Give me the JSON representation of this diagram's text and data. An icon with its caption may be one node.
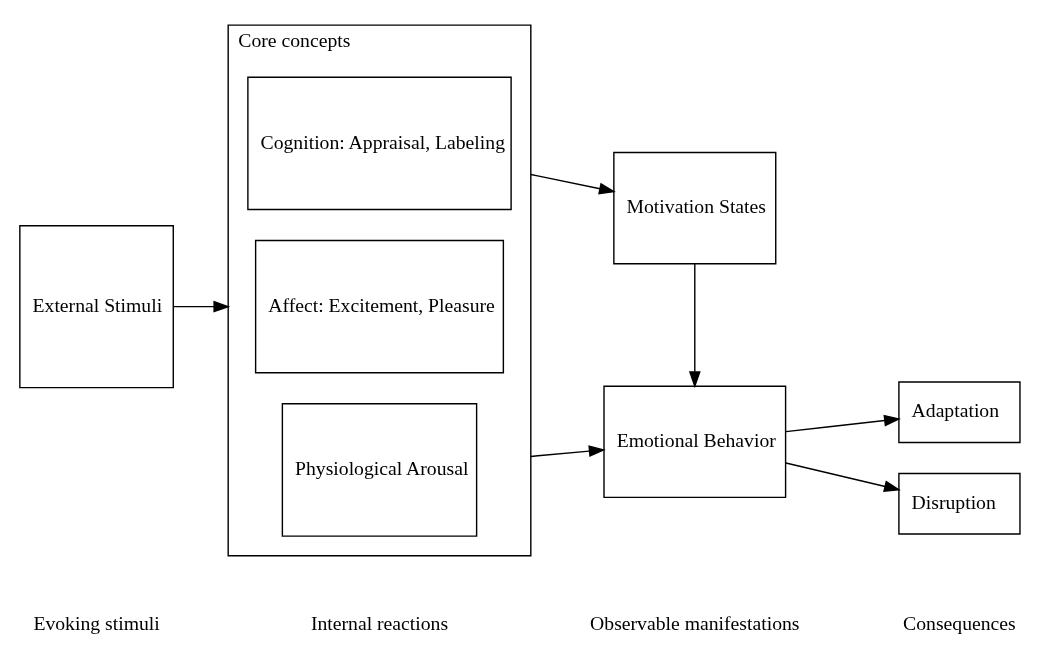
{
  "diagram": {
    "nodes": [
      {
        "text": [
          "External Stimuli"
        ]
      },
      {
        "text": [
          "Core concepts"
        ]
      },
      {
        "text": [
          "Physiological Arousal"
        ],
        "in": 1
      },
      {
        "text": [
          "Affect: Excitement, Pleasure"
        ],
        "in": 1
      },
      {
        "text": [
          "Cognition: Appraisal, Labeling"
        ],
        "in": 1
      },
      {
        "text": [
          "Emotional Behavior"
        ]
      },
      {
        "text": [
          "Motivation States"
        ]
      },
      {
        "text": [
          "Adaptation"
        ]
      },
      {
        "text": [
          "Disruption"
        ]
      }
    ],
    "edges": [
      {
        "from": 0,
        "to": 1,
        "arrow": "to"
      },
      {
        "from": 1,
        "to": 5,
        "arrow": "to"
      },
      {
        "from": 1,
        "to": 6,
        "arrow": "to"
      },
      {
        "from": 6,
        "to": 5,
        "arrow": "to"
      },
      {
        "from": 5,
        "to": 7,
        "arrow": "to"
      },
      {
        "from": 5,
        "to": 8,
        "arrow": "to"
      }
    ],
    "labels": [
      "Evoking stimuli",
      "Internal reactions",
      "Observable manifestations",
      "Consequences"
    ]
  }
}
